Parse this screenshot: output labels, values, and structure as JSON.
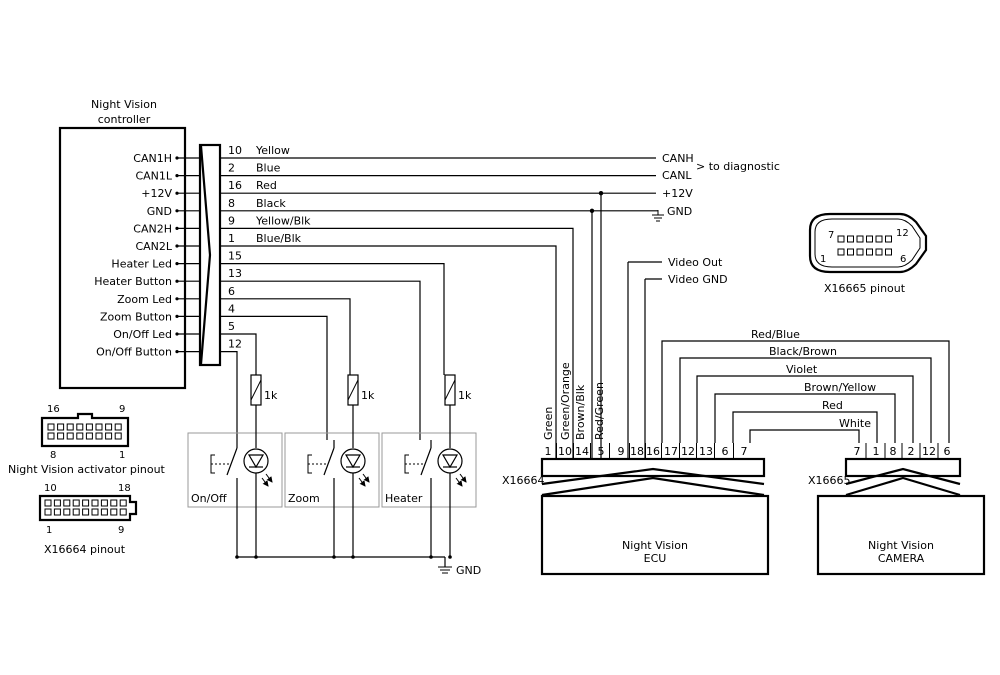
{
  "controller": {
    "title_line1": "Night Vision",
    "title_line2": "controller",
    "pins": [
      "CAN1H",
      "CAN1L",
      "+12V",
      "GND",
      "CAN2H",
      "CAN2L",
      "Heater Led",
      "Heater Button",
      "Zoom Led",
      "Zoom Button",
      "On/Off Led",
      "On/Off Button"
    ]
  },
  "wires": [
    {
      "num": "10",
      "color": "Yellow"
    },
    {
      "num": "2",
      "color": "Blue"
    },
    {
      "num": "16",
      "color": "Red"
    },
    {
      "num": "8",
      "color": "Black"
    },
    {
      "num": "9",
      "color": "Yellow/Blk"
    },
    {
      "num": "1",
      "color": "Blue/Blk"
    },
    {
      "num": "15",
      "color": ""
    },
    {
      "num": "13",
      "color": ""
    },
    {
      "num": "6",
      "color": ""
    },
    {
      "num": "4",
      "color": ""
    },
    {
      "num": "5",
      "color": ""
    },
    {
      "num": "12",
      "color": ""
    }
  ],
  "diagnostic": {
    "canh": "CANH",
    "canl": "CANL",
    "label": "> to diagnostic",
    "v12": "+12V",
    "gnd": "GND"
  },
  "video": {
    "out": "Video Out",
    "gnd": "Video GND"
  },
  "switches": [
    {
      "label": "On/Off",
      "resistor": "1k"
    },
    {
      "label": "Zoom",
      "resistor": "1k"
    },
    {
      "label": "Heater",
      "resistor": "1k"
    }
  ],
  "bottom_gnd": "GND",
  "ecu": {
    "connector": "X16664",
    "title_line1": "Night Vision",
    "title_line2": "ECU",
    "pins": [
      "1",
      "10",
      "14",
      "5",
      "9",
      "18",
      "16",
      "17",
      "12",
      "13",
      "6",
      "7"
    ],
    "wire_colors": [
      "Green",
      "Green/Orange",
      "Brown/Blk",
      "Red/Green"
    ]
  },
  "camera": {
    "connector": "X16665",
    "title_line1": "Night Vision",
    "title_line2": "CAMERA",
    "pins": [
      "7",
      "1",
      "8",
      "2",
      "12",
      "6"
    ]
  },
  "camera_wires": [
    "Red/Blue",
    "Black/Brown",
    "Violet",
    "Brown/Yellow",
    "Red",
    "White"
  ],
  "pinout_activator": {
    "n16": "16",
    "n9": "9",
    "n8": "8",
    "n1": "1",
    "label": "Night Vision activator pinout"
  },
  "pinout_x16664": {
    "n10": "10",
    "n18": "18",
    "n1": "1",
    "n9": "9",
    "label": "X16664 pinout"
  },
  "pinout_x16665": {
    "n7": "7",
    "n12": "12",
    "n1": "1",
    "n6": "6",
    "label": "X16665 pinout"
  }
}
